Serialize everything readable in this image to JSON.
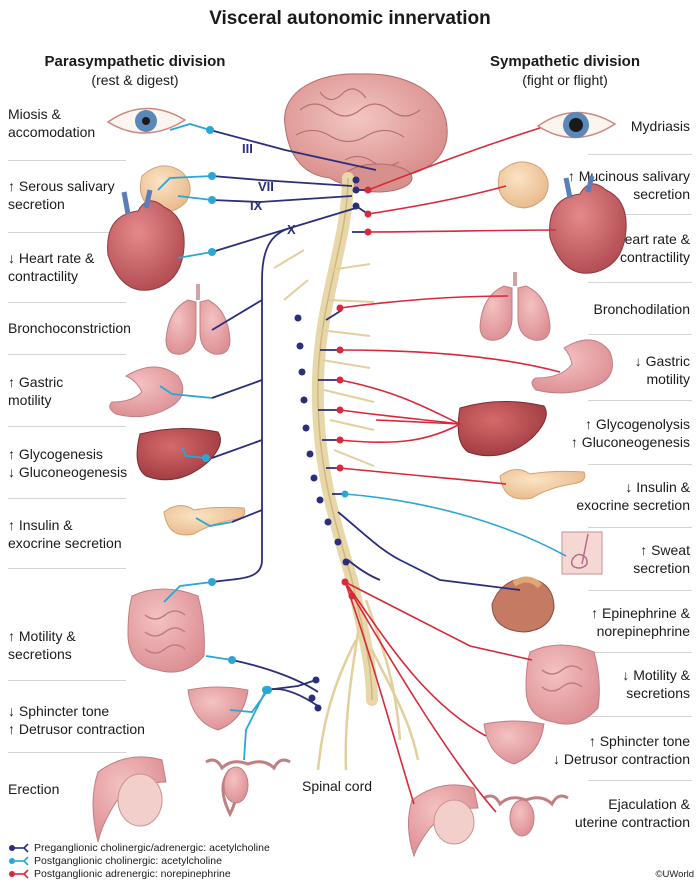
{
  "title": "Visceral autonomic innervation",
  "parasympathetic": {
    "heading": "Parasympathetic division",
    "subheading": "(rest & digest)",
    "effects": [
      [
        "Miosis &",
        "accomodation"
      ],
      [
        "↑ Serous salivary",
        "secretion"
      ],
      [
        "↓ Heart rate &",
        "contractility"
      ],
      [
        "Bronchoconstriction"
      ],
      [
        "↑ Gastric",
        "motility"
      ],
      [
        "↑ Glycogenesis",
        "↓ Gluconeogenesis"
      ],
      [
        "↑ Insulin &",
        "exocrine secretion"
      ],
      [
        "↑ Motility &",
        "secretions"
      ],
      [
        "↓ Sphincter tone",
        "↑ Detrusor contraction"
      ],
      [
        "Erection"
      ]
    ]
  },
  "sympathetic": {
    "heading": "Sympathetic division",
    "subheading": "(fight or flight)",
    "effects": [
      [
        "Mydriasis"
      ],
      [
        "↑ Mucinous salivary",
        "secretion"
      ],
      [
        "↑ Heart rate &",
        "contractility"
      ],
      [
        "Bronchodilation"
      ],
      [
        "↓ Gastric",
        "motility"
      ],
      [
        "↑ Glycogenolysis",
        "↑ Gluconeogenesis"
      ],
      [
        "↓ Insulin &",
        "exocrine secretion"
      ],
      [
        "↑ Sweat",
        "secretion"
      ],
      [
        "↑ Epinephrine &",
        "norepinephrine"
      ],
      [
        "↓ Motility &",
        "secretions"
      ],
      [
        "↑ Sphincter tone",
        "↓ Detrusor contraction"
      ],
      [
        "Ejaculation &",
        "uterine contraction"
      ]
    ]
  },
  "cranial_nerves": [
    "III",
    "VII",
    "IX",
    "X"
  ],
  "spinal_cord_label": "Spinal cord",
  "legend": [
    {
      "text": "Preganglionic cholinergic/adrenergic: acetylcholine",
      "color": "#2b2e7a"
    },
    {
      "text": "Postganglionic cholinergic: acetylcholine",
      "color": "#2aa7d4"
    },
    {
      "text": "Postganglionic adrenergic: norepinephrine",
      "color": "#d9283a"
    }
  ],
  "copyright": "©UWorld"
}
